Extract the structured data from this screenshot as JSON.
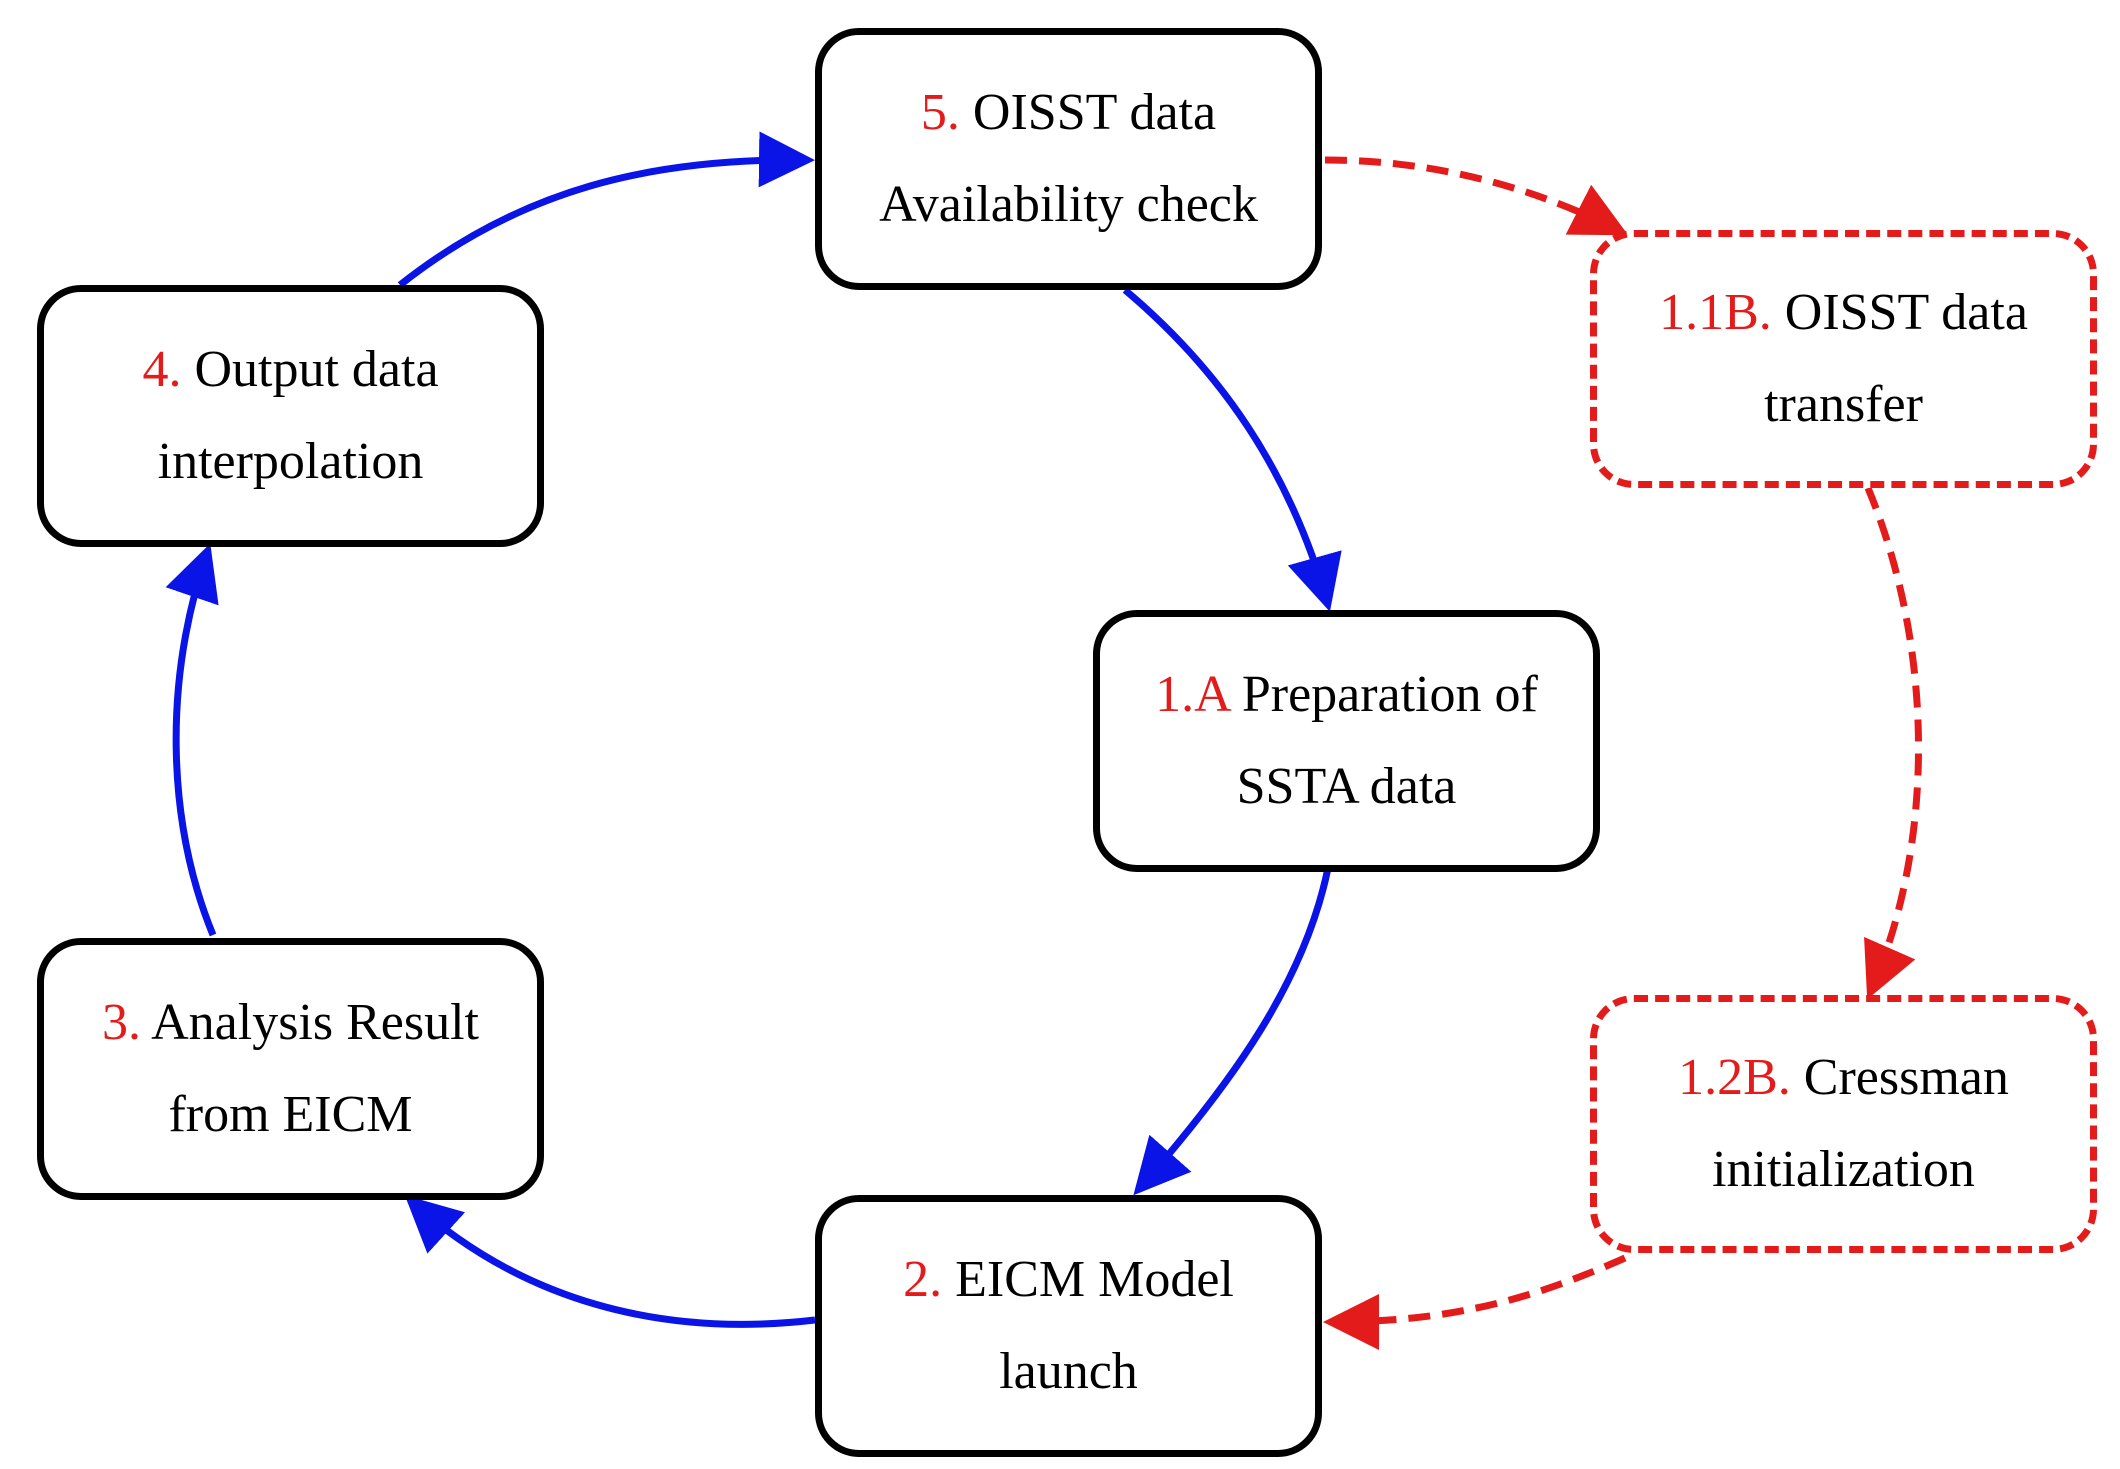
{
  "colors": {
    "flow_arrow": "#0a14e6",
    "alt_arrow": "#e31b1b",
    "step_number": "#e31b1b",
    "box_border": "#000000"
  },
  "nodes": {
    "step5": {
      "number": "5.",
      "line1": "OISST data",
      "line2": "Availability check"
    },
    "step4": {
      "number": "4.",
      "line1": "Output data",
      "line2": "interpolation"
    },
    "step1a": {
      "number": "1.A",
      "line1": "Preparation of",
      "line2": "SSTA data"
    },
    "step3": {
      "number": "3.",
      "line1": "Analysis Result",
      "line2": "from EICM"
    },
    "step2": {
      "number": "2.",
      "line1": "EICM Model",
      "line2": "launch"
    },
    "step11b": {
      "number": "1.1B.",
      "line1": "OISST data",
      "line2": "transfer"
    },
    "step12b": {
      "number": "1.2B.",
      "line1": "Cressman",
      "line2": "initialization"
    }
  }
}
